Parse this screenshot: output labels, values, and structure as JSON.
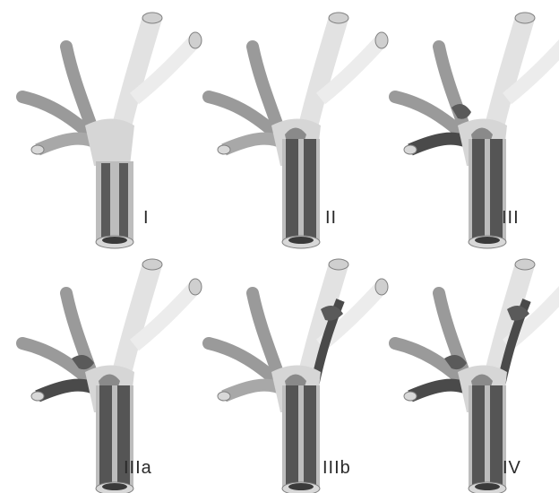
{
  "figure": {
    "panels": [
      {
        "id": "I",
        "label": "I",
        "blocked_segments": 0
      },
      {
        "id": "II",
        "label": "II",
        "blocked_segments": 1
      },
      {
        "id": "III",
        "label": "III",
        "blocked_segments": 2
      },
      {
        "id": "IIIa",
        "label": "IIIa",
        "blocked_segments": 2
      },
      {
        "id": "IIIb",
        "label": "IIIb",
        "blocked_segments": 2
      },
      {
        "id": "IV",
        "label": "IV",
        "blocked_segments": 3
      }
    ],
    "colors": {
      "patent_light": "#e6e6e6",
      "patent_mid": "#bdbdbd",
      "branch_gray": "#9a9a9a",
      "occluded_dark": "#555555",
      "lumen_dark": "#3a3a3a",
      "outline": "#808080"
    }
  }
}
